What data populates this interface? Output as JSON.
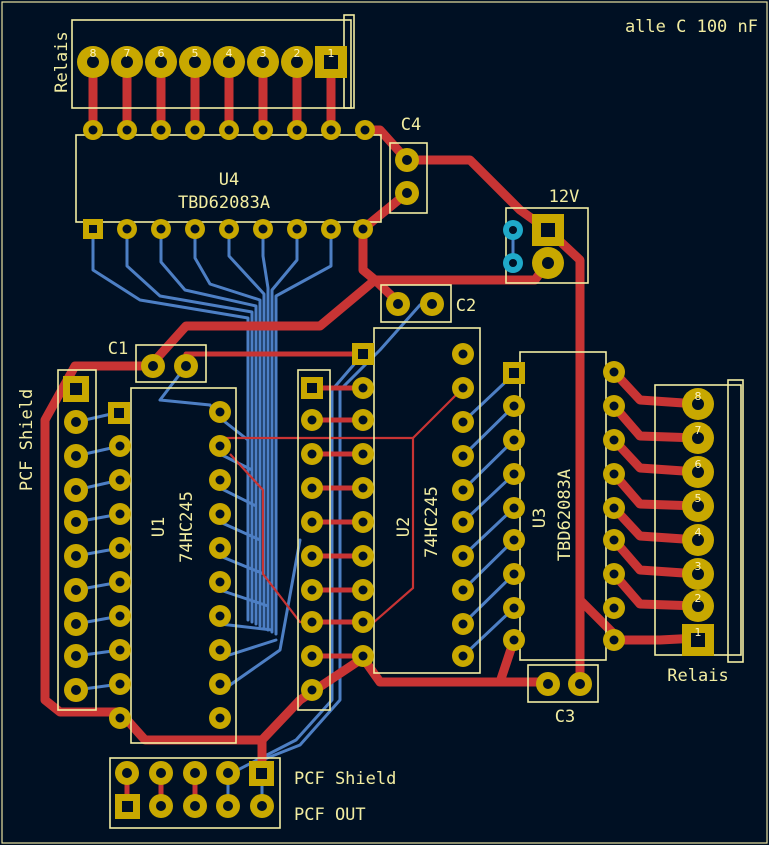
{
  "note": "alle C 100 nF",
  "components": {
    "U1": {
      "ref": "U1",
      "value": "74HC245"
    },
    "U2": {
      "ref": "U2",
      "value": "74HC245"
    },
    "U3": {
      "ref": "U3",
      "value": "TBD62083A"
    },
    "U4": {
      "ref": "U4",
      "value": "TBD62083A"
    },
    "C1": "C1",
    "C2": "C2",
    "C3": "C3",
    "C4": "C4",
    "power": "12V"
  },
  "connectors": {
    "relais_top": {
      "label": "Relais",
      "pins": [
        "8",
        "7",
        "6",
        "5",
        "4",
        "3",
        "2",
        "1"
      ]
    },
    "relais_right": {
      "label": "Relais",
      "pins": [
        "8",
        "7",
        "6",
        "5",
        "4",
        "3",
        "2",
        "1"
      ]
    },
    "pcf_shield_left": "PCF Shield",
    "pcf_shield_bottom": "PCF Shield",
    "pcf_out": "PCF OUT"
  },
  "colors": {
    "background": "#001023",
    "copper_front": "#c83434",
    "copper_back": "#4d7fc4",
    "silkscreen": "#f2eda1",
    "pad": "#c8a800",
    "via": "#1fa9c9"
  }
}
